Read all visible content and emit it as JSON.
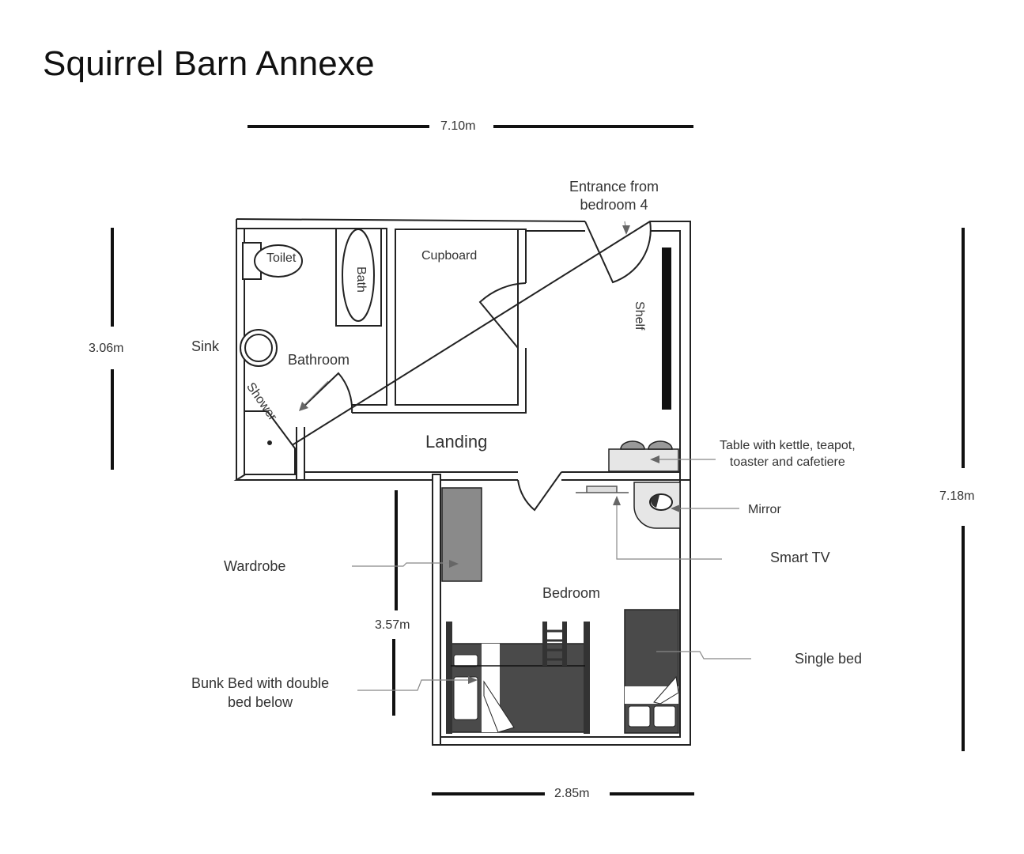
{
  "title": "Squirrel Barn Annexe",
  "dimensions": {
    "top_width": "7.10m",
    "left_height": "3.06m",
    "right_height": "7.18m",
    "bedroom_height": "3.57m",
    "bottom_width": "2.85m"
  },
  "rooms": {
    "bathroom": "Bathroom",
    "cupboard": "Cupboard",
    "landing": "Landing",
    "bedroom": "Bedroom"
  },
  "fixtures": {
    "toilet": "Toilet",
    "bath": "Bath",
    "sink": "Sink",
    "shower": "Shower",
    "shelf": "Shelf"
  },
  "callouts": {
    "entrance_line1": "Entrance from",
    "entrance_line2": "bedroom 4",
    "table_line1": "Table with kettle, teapot,",
    "table_line2": "toaster and cafetiere",
    "mirror": "Mirror",
    "smart_tv": "Smart TV",
    "wardrobe": "Wardrobe",
    "single_bed": "Single bed",
    "bunk_line1": "Bunk Bed with double",
    "bunk_line2": "bed below"
  },
  "colors": {
    "wall": "#222222",
    "furniture_dark": "#4a4a4a",
    "furniture_mid": "#8a8a8a",
    "furniture_light": "#e6e6e6",
    "leader": "#888888"
  }
}
